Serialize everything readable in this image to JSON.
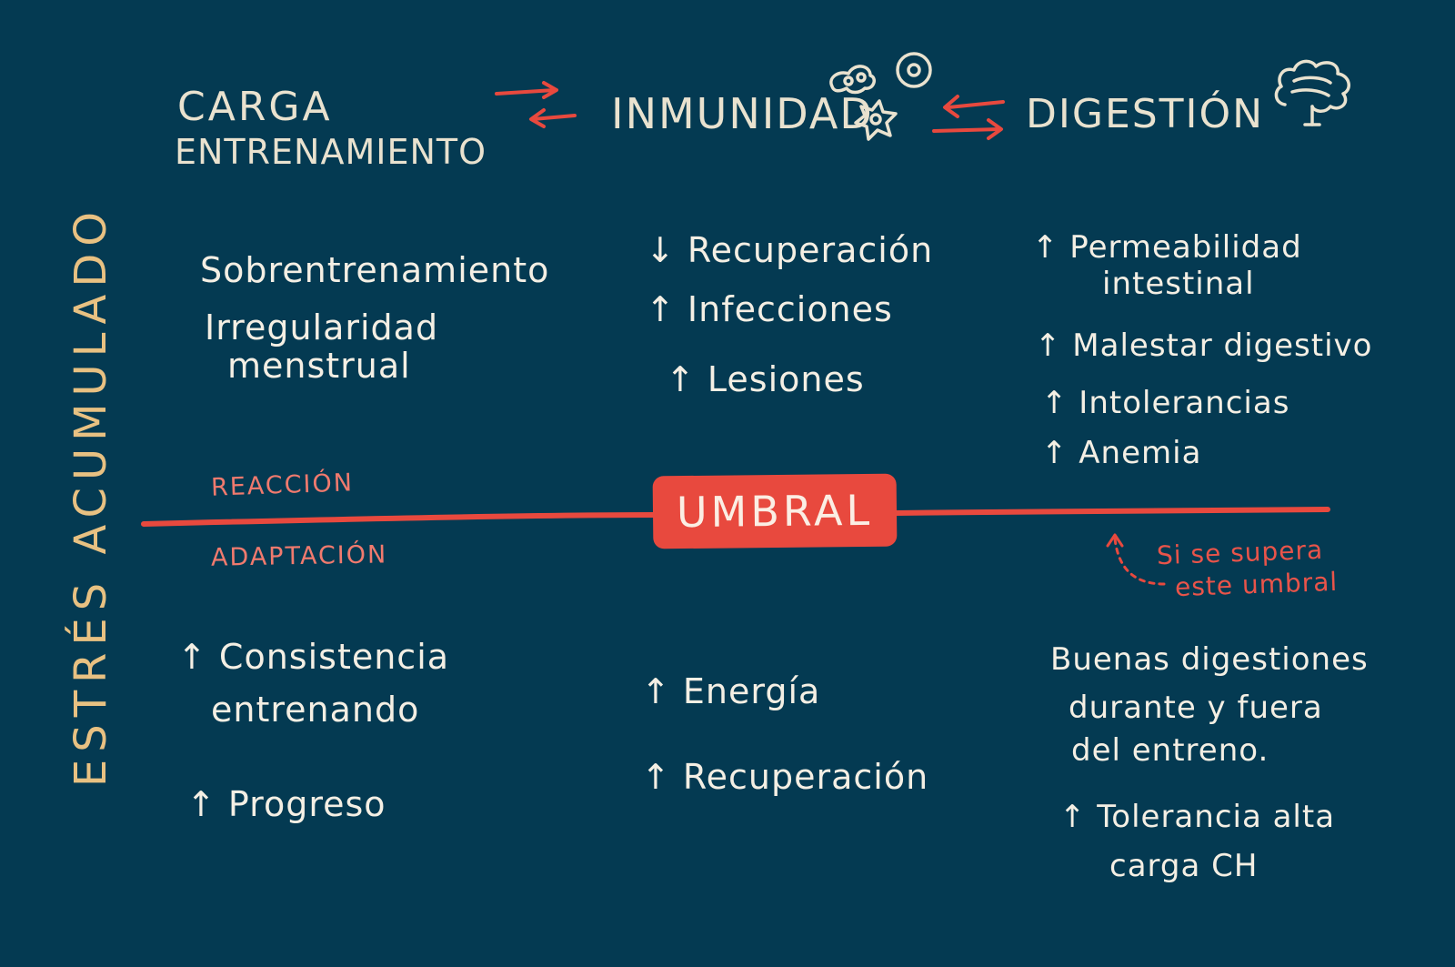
{
  "header": {
    "carga_line1": "CARGA",
    "carga_line2": "ENTRENAMIENTO",
    "inmunidad": "INMUNIDAD",
    "digestion": "DIGESTIÓN"
  },
  "side_label": "ESTRÉS ACUMULADO",
  "threshold": {
    "label": "UMBRAL",
    "above": "REACCIÓN",
    "below": "ADAPTACIÓN",
    "note_line1": "Si se supera",
    "note_line2": "este umbral"
  },
  "reaction": {
    "carga": [
      "Sobrentrenamiento",
      "Irregularidad",
      "menstrual"
    ],
    "inmunidad": {
      "down": [
        "Recuperación"
      ],
      "up": [
        "Infecciones",
        "Lesiones"
      ]
    },
    "digestion": [
      "Permeabilidad",
      "intestinal",
      "Malestar digestivo",
      "Intolerancias",
      "Anemia"
    ]
  },
  "adaptation": {
    "carga": [
      "Consistencia",
      "entrenando",
      "Progreso"
    ],
    "inmunidad": [
      "Energía",
      "Recuperación"
    ],
    "digestion": [
      "Buenas digestiones",
      "durante y fuera",
      "del entreno.",
      "Tolerancia alta",
      "carga CH"
    ]
  },
  "colors": {
    "background": "#043a52",
    "accent_red": "#e8493e",
    "header_text": "#e9e2cf",
    "side_label": "#e8c182"
  }
}
